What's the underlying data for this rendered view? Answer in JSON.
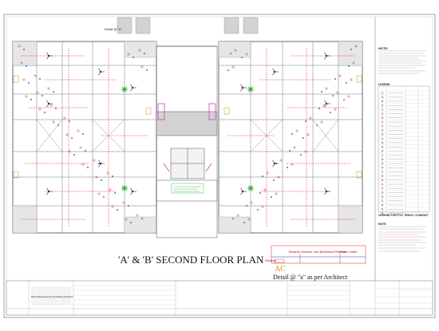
{
  "title": "'A' & 'B' SECOND FLOOR PLAN",
  "detail_note": "Detail @ \"a\" as per Architect",
  "ac_label": "AC",
  "detail_tag": "Detail @ \"a\"",
  "outdoor_label": "Towards Outdoor unit @Window Platform",
  "drain_label": "Drain Outlet",
  "window_label": "Window",
  "notes_heading": "NOTE:",
  "legend_heading": "LEGEND",
  "legend2_heading": "LEGEND FOR PVC TRAYS / CONDUIT",
  "notes2_heading": "NOTE",
  "consultant": "Kamal Engineering Consulting Services",
  "colors": {
    "plan_line": "#555555",
    "red": "#e02020",
    "green": "#1aa31a",
    "pink": "#d040c0",
    "orange": "#d88a00",
    "blue": "#2040d0"
  }
}
